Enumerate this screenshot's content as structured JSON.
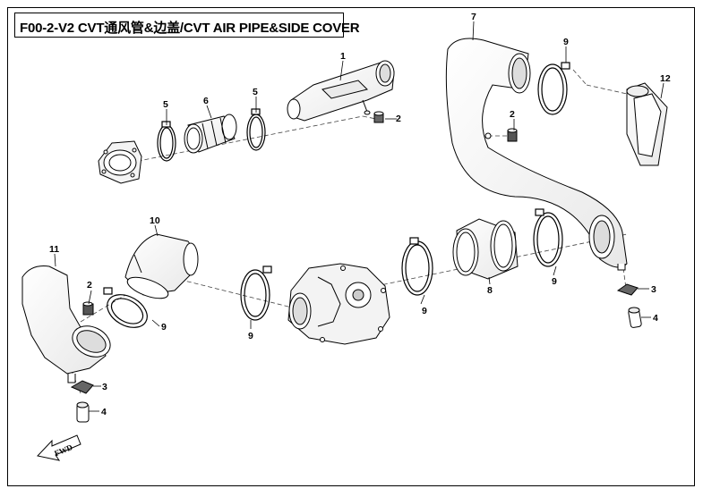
{
  "title": "F00-2-V2  CVT通风管&边盖/CVT AIR PIPE&SIDE COVER",
  "fwd_label": "FWD",
  "callouts": {
    "c1": "1",
    "c2a": "2",
    "c2b": "2",
    "c2c": "2",
    "c3a": "3",
    "c3b": "3",
    "c4a": "4",
    "c4b": "4",
    "c5a": "5",
    "c5b": "5",
    "c6": "6",
    "c7": "7",
    "c8": "8",
    "c9a": "9",
    "c9b": "9",
    "c9c": "9",
    "c9d": "9",
    "c9e": "9",
    "c10": "10",
    "c11": "11",
    "c12": "12"
  }
}
